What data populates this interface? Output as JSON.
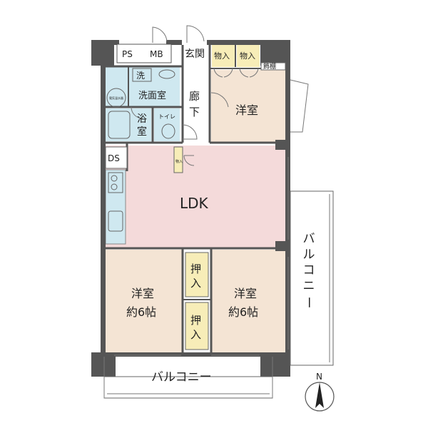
{
  "floor_plan": {
    "rooms": {
      "ps": "PS",
      "mb": "MB",
      "entrance": "玄関",
      "storage_top_1": "物入",
      "storage_top_2": "物入",
      "decor_shelf": "飾棚",
      "washing_machine": "洗",
      "washroom": "洗面室",
      "water_heater": "電気温水器",
      "bath_1": "浴",
      "bath_2": "室",
      "toilet": "トイレ",
      "corridor_1": "廊",
      "corridor_2": "下",
      "western_room_top": "洋室",
      "ds": "DS",
      "small_storage": "物入",
      "ldk": "LDK",
      "closet_1a": "押",
      "closet_1b": "入",
      "closet_2a": "押",
      "closet_2b": "入",
      "western_left_1": "洋室",
      "western_left_2": "約6帖",
      "western_right_1": "洋室",
      "western_right_2": "約6帖",
      "balcony_bottom": "バルコニー",
      "balcony_right_1": "バ",
      "balcony_right_2": "ル",
      "balcony_right_3": "コ",
      "balcony_right_4": "ニ",
      "balcony_right_5": "ー"
    },
    "compass_label": "N",
    "colors": {
      "wall": "#555555",
      "ldk": "#f4dada",
      "bedroom": "#f4e4d4",
      "wet": "#cfe8f0",
      "storage": "#f7edb8",
      "corridor": "#ffffff"
    }
  }
}
